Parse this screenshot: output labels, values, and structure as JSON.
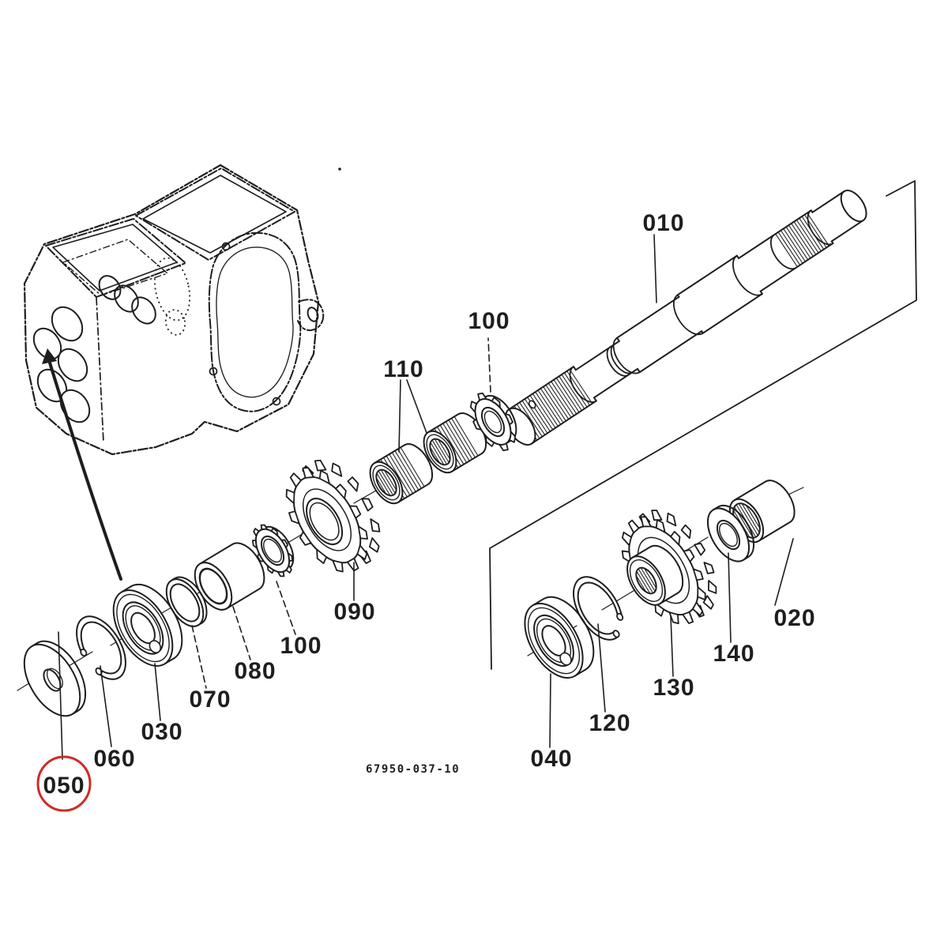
{
  "diagram": {
    "drawing_number": "67950-037-10",
    "ink_color": "#1e1e1e",
    "paper_color": "#ffffff",
    "highlight_color": "#cf2b24",
    "highlighted_callout": "050",
    "callouts": {
      "c010": {
        "label": "010"
      },
      "c020": {
        "label": "020"
      },
      "c030": {
        "label": "030"
      },
      "c040": {
        "label": "040"
      },
      "c050": {
        "label": "050"
      },
      "c060": {
        "label": "060"
      },
      "c070": {
        "label": "070"
      },
      "c080": {
        "label": "080"
      },
      "c090": {
        "label": "090"
      },
      "c100a": {
        "label": "100"
      },
      "c100b": {
        "label": "100"
      },
      "c110": {
        "label": "110"
      },
      "c120": {
        "label": "120"
      },
      "c130": {
        "label": "130"
      },
      "c140": {
        "label": "140"
      }
    }
  }
}
